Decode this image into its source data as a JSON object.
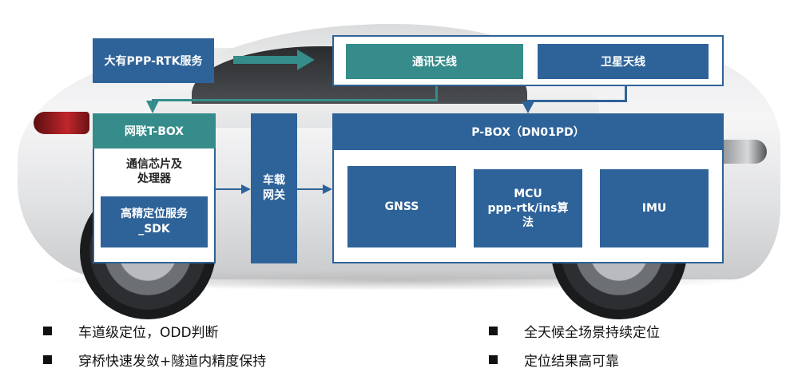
{
  "diagram": {
    "service": {
      "label": "大有PPP-RTK服务"
    },
    "antennas": {
      "comm": "通讯天线",
      "satellite": "卫星天线"
    },
    "tbox": {
      "title": "网联T-BOX",
      "chip_line1": "通信芯片及",
      "chip_line2": "处理器",
      "sdk_line1": "高精定位服务",
      "sdk_line2": "_SDK"
    },
    "gateway": {
      "line1": "车载",
      "line2": "网关"
    },
    "pbox": {
      "title": "P-BOX（DN01PD）",
      "gnss": "GNSS",
      "mcu_line1": "MCU",
      "mcu_line2": "ppp-rtk/ins算",
      "mcu_line3": "法",
      "imu": "IMU"
    },
    "colors": {
      "blue": "#2e6399",
      "teal": "#358c8a"
    }
  },
  "features": {
    "left": [
      "车道级定位，ODD判断",
      "穿桥快速发敛+隧道内精度保持"
    ],
    "right": [
      "全天候全场景持续定位",
      "定位结果高可靠"
    ]
  }
}
